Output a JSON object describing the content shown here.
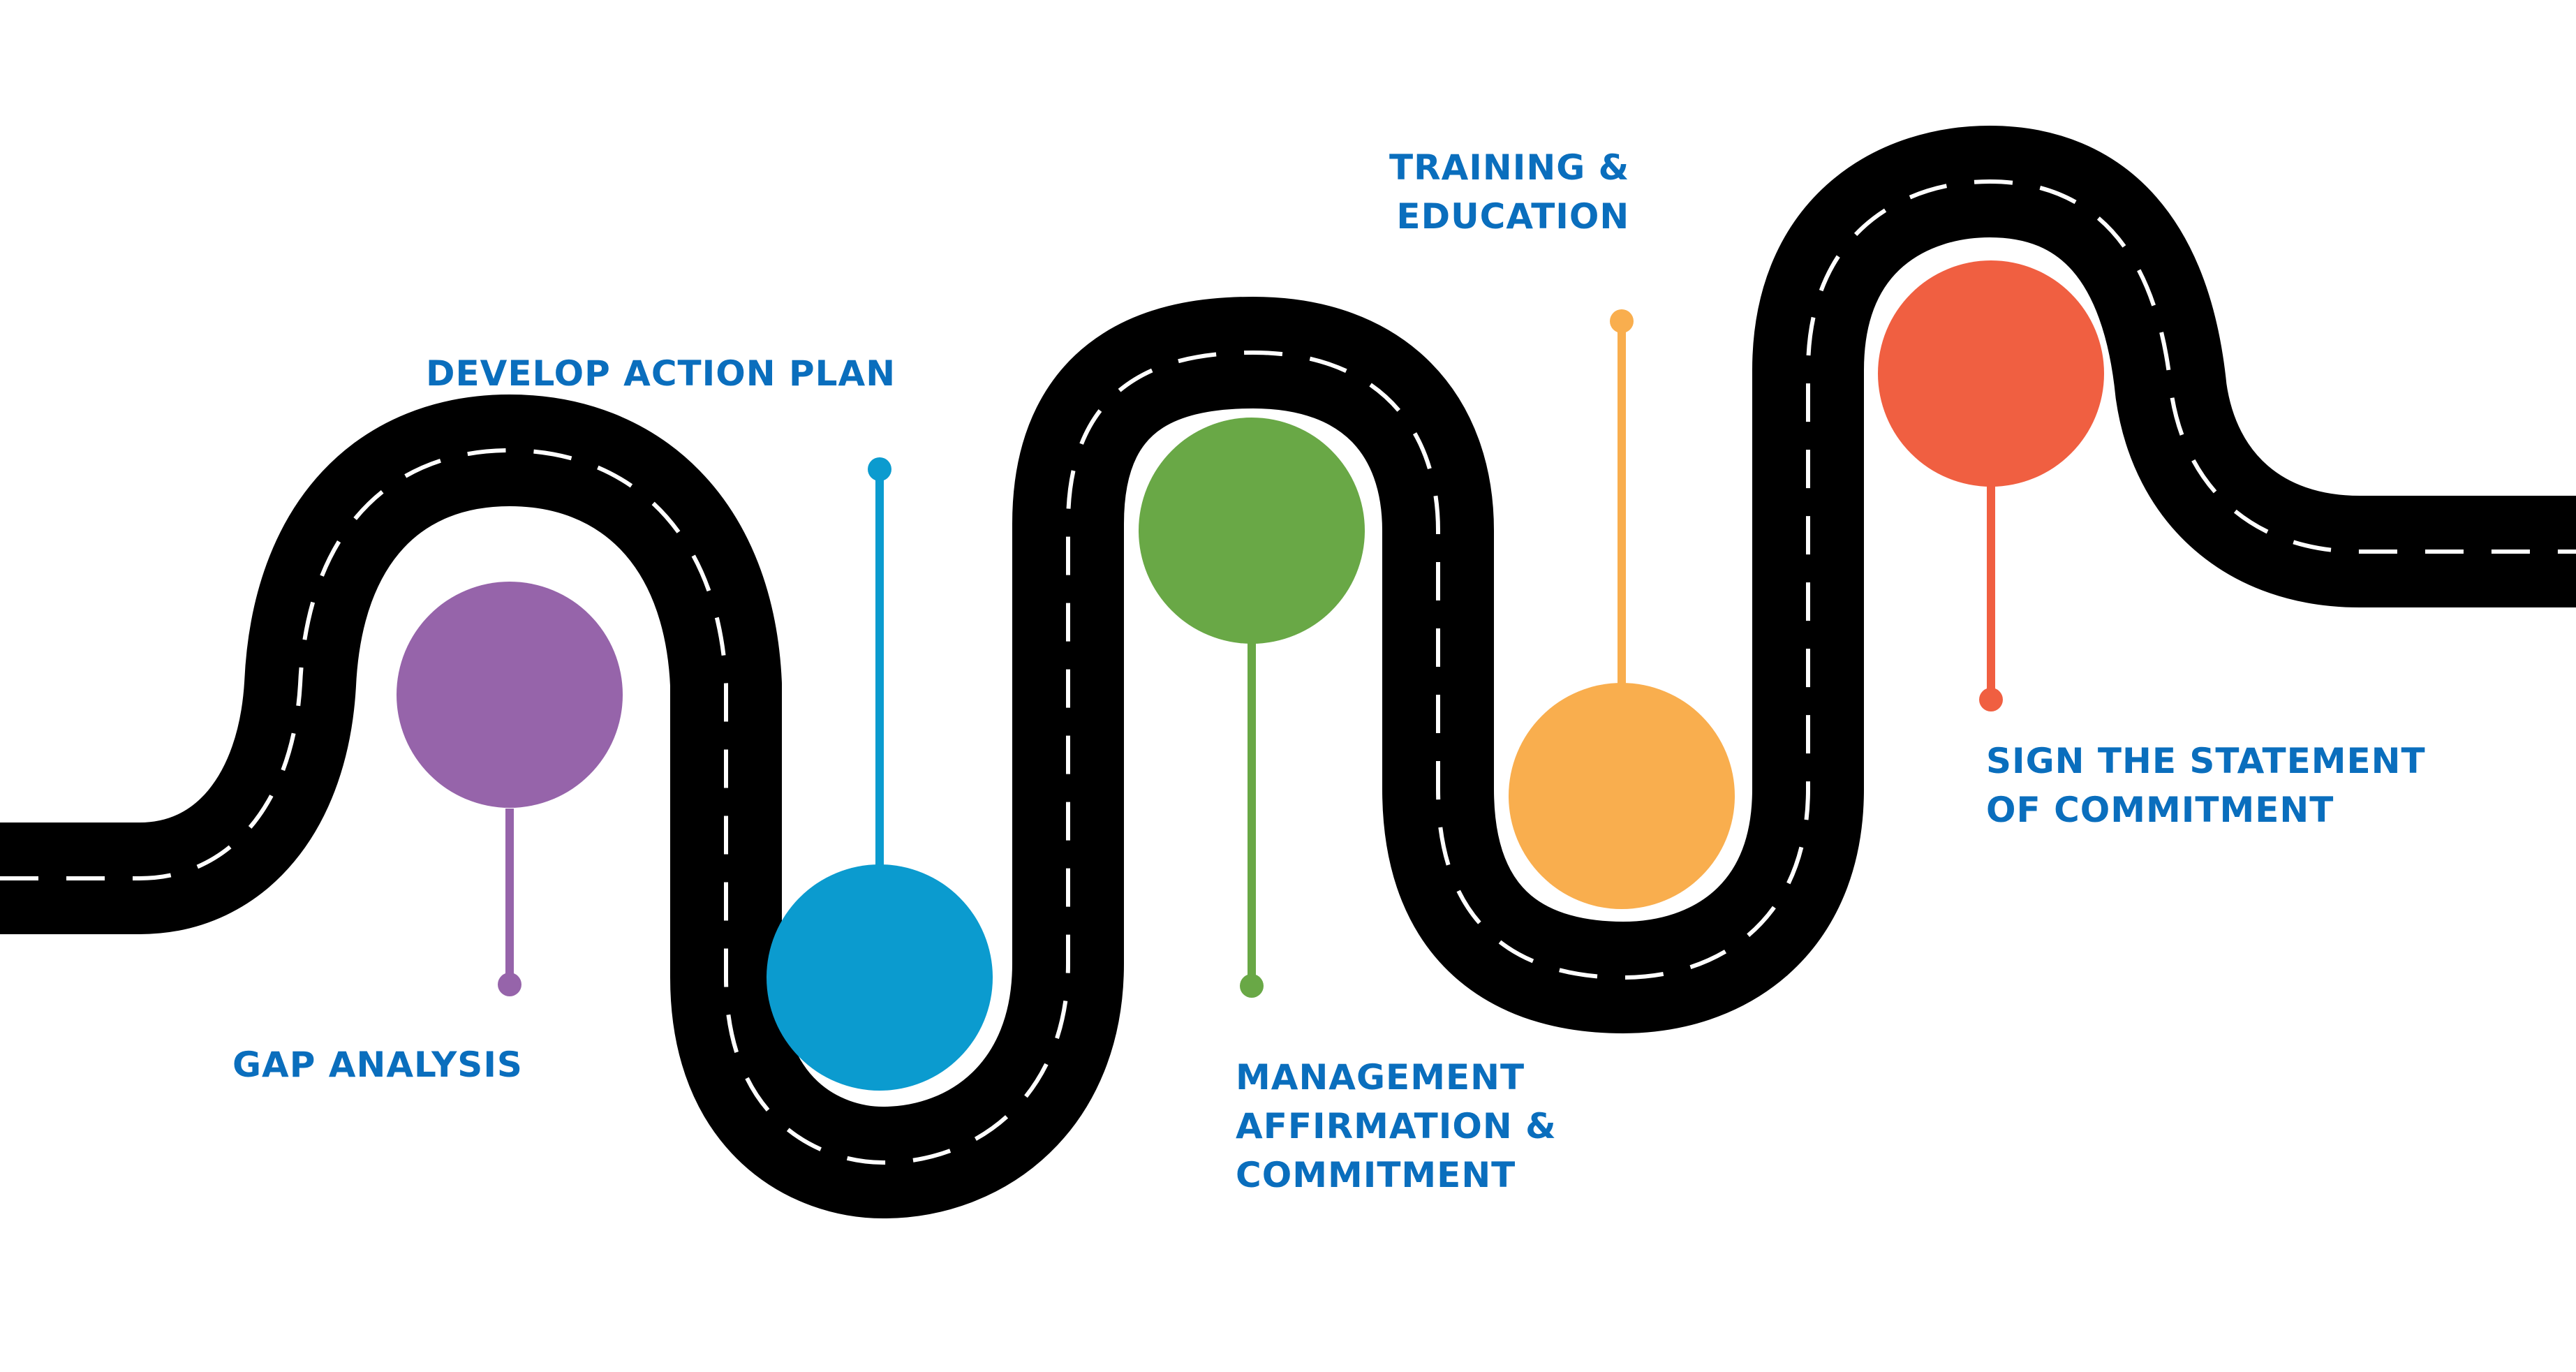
{
  "colors": {
    "road": "#000000",
    "road_dash": "#ffffff",
    "label_text": "#0a6ebd"
  },
  "milestones": [
    {
      "id": "gap-analysis",
      "label": "GAP ANALYSIS",
      "color": "#9664aa"
    },
    {
      "id": "develop-action-plan",
      "label": "DEVELOP ACTION PLAN",
      "color": "#0b9bcf"
    },
    {
      "id": "management-affirmation",
      "label": "MANAGEMENT\nAFFIRMATION &\nCOMMITMENT",
      "color": "#69a846"
    },
    {
      "id": "training-education",
      "label": "TRAINING &\nEDUCATION",
      "color": "#f9ae4e"
    },
    {
      "id": "sign-statement",
      "label": "SIGN THE STATEMENT\nOF COMMITMENT",
      "color": "#f05f41"
    }
  ]
}
